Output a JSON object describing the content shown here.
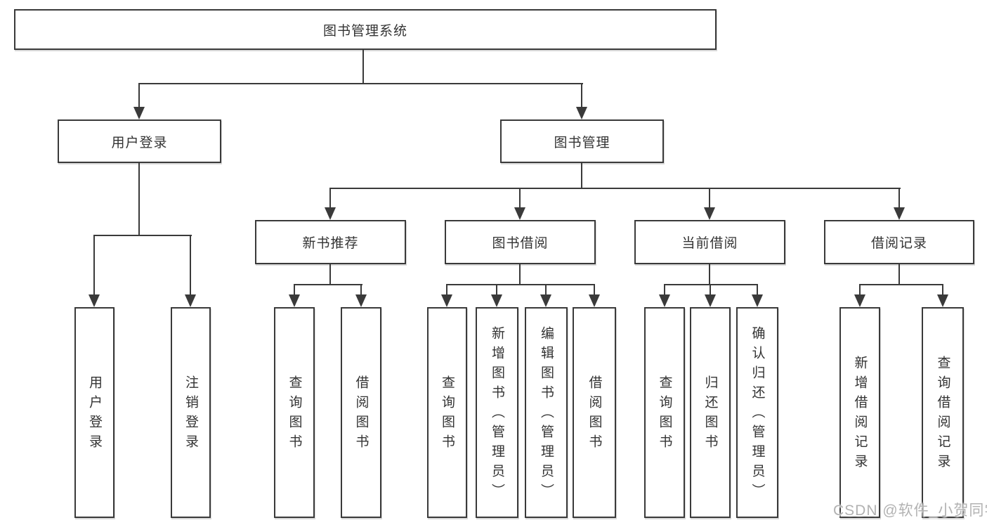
{
  "diagram": {
    "title_node": "图书管理系统",
    "colors": {
      "line": "#3a3a3a",
      "text": "#333333",
      "background": "#ffffff",
      "watermark": "#b2b2b2"
    },
    "nodes": {
      "root": {
        "label": "图书管理系统"
      },
      "login": {
        "label": "用户登录"
      },
      "book_mgmt": {
        "label": "图书管理"
      },
      "new_book": {
        "label": "新书推荐"
      },
      "book_borrow": {
        "label": "图书借阅"
      },
      "current_borrow": {
        "label": "当前借阅"
      },
      "borrow_records": {
        "label": "借阅记录"
      },
      "leaves": {
        "user_login": "用户登录",
        "logout": "注销登录",
        "nb_query": "查询图书",
        "nb_borrow": "借阅图书",
        "bb_query": "查询图书",
        "bb_add": "新增图书（管理员）",
        "bb_edit": "编辑图书（管理员）",
        "bb_borrow": "借阅图书",
        "cb_query": "查询图书",
        "cb_return": "归还图书",
        "cb_confirm": "确认归还（管理员）",
        "br_add": "新增借阅记录",
        "br_query": "查询借阅记录"
      }
    },
    "watermark": {
      "text": "CSDN @软件_小贺同学"
    }
  }
}
